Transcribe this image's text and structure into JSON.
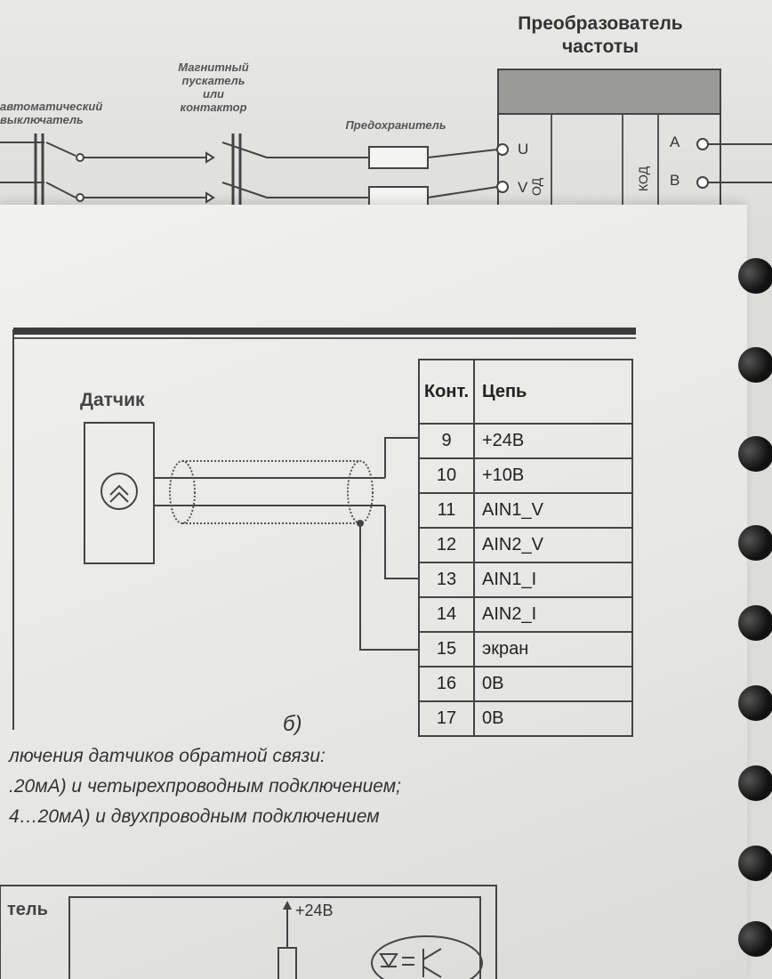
{
  "top_diagram": {
    "inverter_title_line1": "Преобразователь",
    "inverter_title_line2": "частоты",
    "auto_breaker_line1": "автоматический",
    "auto_breaker_line2": "выключатель",
    "contactor_line1": "Магнитный",
    "contactor_line2": "пускатель",
    "contactor_line3": "или",
    "contactor_line4": "контактор",
    "fuse_label": "Предохранитель",
    "terminal_u": "U",
    "terminal_v": "V",
    "terminal_a": "A",
    "terminal_b": "B",
    "vertical_label_1": "ОД",
    "vertical_label_2": "КОД"
  },
  "sensor": {
    "label": "Датчик"
  },
  "terminal_table": {
    "header_contact": "Конт.",
    "header_circuit": "Цепь",
    "rows": [
      {
        "contact": "9",
        "circuit": "+24В"
      },
      {
        "contact": "10",
        "circuit": "+10В"
      },
      {
        "contact": "11",
        "circuit": "AIN1_V"
      },
      {
        "contact": "12",
        "circuit": "AIN2_V"
      },
      {
        "contact": "13",
        "circuit": "AIN1_I"
      },
      {
        "contact": "14",
        "circuit": "AIN2_I"
      },
      {
        "contact": "15",
        "circuit": "экран"
      },
      {
        "contact": "16",
        "circuit": "0В"
      },
      {
        "contact": "17",
        "circuit": "0В"
      }
    ]
  },
  "figure_label": "б)",
  "caption": {
    "line1": "лючения датчиков обратной связи:",
    "line2": ".20мА) и четырехпроводным подключением;",
    "line3": "4…20мА) и двухпроводным подключением"
  },
  "bottom_diagram": {
    "side_label": "тель",
    "voltage_label": "+24В"
  }
}
